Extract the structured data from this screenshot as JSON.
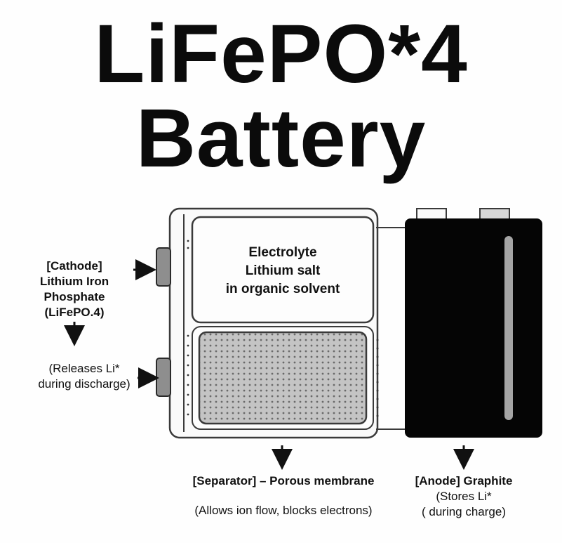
{
  "title": {
    "line1": "LiFePO*4",
    "line2": "Battery"
  },
  "electrolyte": {
    "line1": "Electrolyte",
    "line2": "Lithium salt",
    "line3": "in organic solvent"
  },
  "cathode": {
    "line1": "[Cathode]",
    "line2": "Lithium Iron",
    "line3": "Phosphate",
    "line4": "(LiFePO.4)",
    "note1": "(Releases Li*",
    "note2": "during discharge)"
  },
  "separator": {
    "label": "[Separator] – Porous membrane",
    "note": "(Allows ion flow, blocks electrons)"
  },
  "anode": {
    "label": "[Anode] Graphite",
    "note1": "(Stores Li*",
    "note2": "( during charge)"
  },
  "colors": {
    "outline": "#3a3a3a",
    "anode_fill": "#050505",
    "separator_fill": "#b9b9b9",
    "tab_fill": "#8e8e8e"
  }
}
